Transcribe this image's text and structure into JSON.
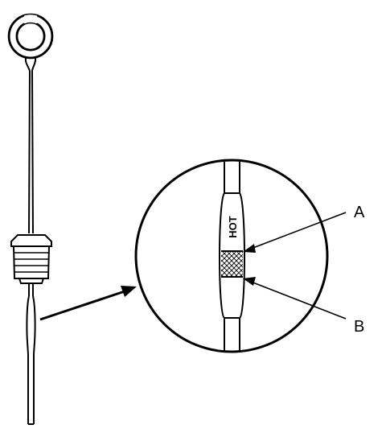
{
  "diagram": {
    "stamp_text": "HOT",
    "callout_a": "A",
    "callout_b": "B",
    "colors": {
      "line": "#000000",
      "background": "#ffffff"
    }
  }
}
